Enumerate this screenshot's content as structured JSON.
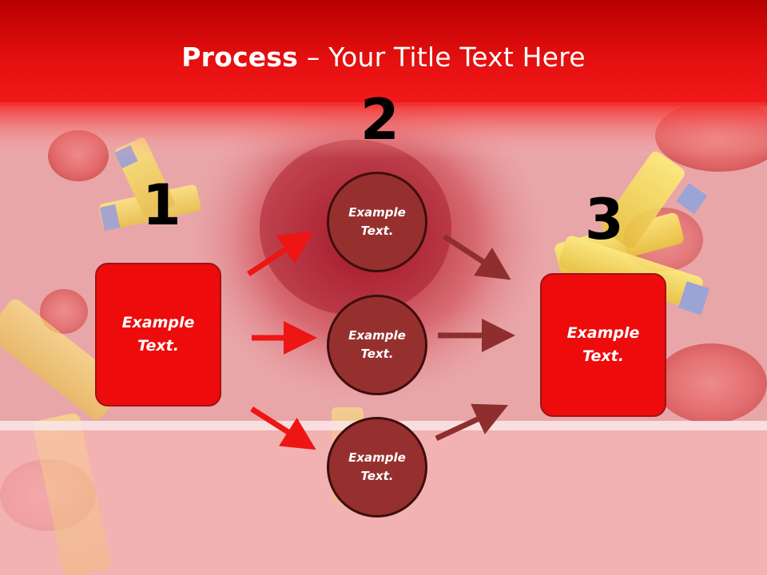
{
  "title": {
    "bold": "Process",
    "separator": " – ",
    "rest": "Your Title Text Here"
  },
  "steps": {
    "one": "1",
    "two": "2",
    "three": "3"
  },
  "boxes": {
    "left": "Example\nText.",
    "right": "Example\nText."
  },
  "circles": [
    {
      "label": "Example\nText."
    },
    {
      "label": "Example\nText."
    },
    {
      "label": "Example\nText."
    }
  ],
  "colors": {
    "header_red": "#e40f0f",
    "box_red": "#ee0b0b",
    "circle_maroon": "#96302f",
    "arrow_red": "#ee1515",
    "arrow_maroon": "#8e2e2e"
  }
}
